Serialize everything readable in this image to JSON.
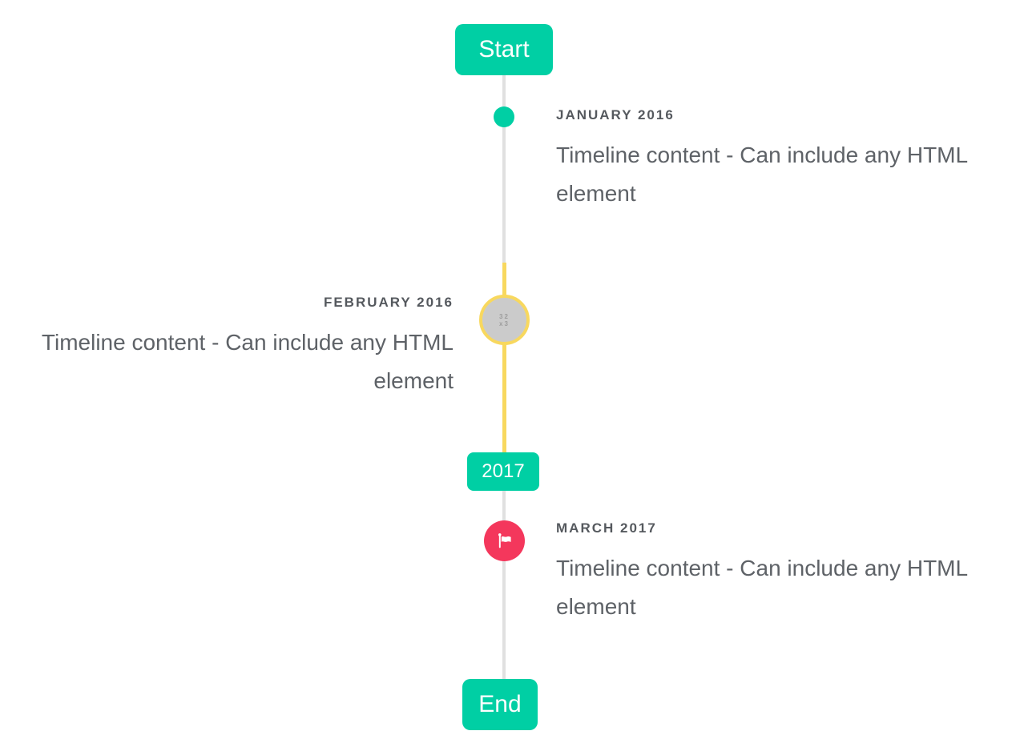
{
  "timeline": {
    "start_cap": "Start",
    "end_cap": "End",
    "year_badge": "2017",
    "items": [
      {
        "title": "JANUARY 2016",
        "content": "Timeline content - Can include any HTML element",
        "side": "right",
        "marker": "dot-marker"
      },
      {
        "title": "FEBRUARY 2016",
        "content": "Timeline content - Can include any HTML element",
        "side": "left",
        "marker": "placeholder-image-marker",
        "placeholder_line1": "32",
        "placeholder_line2": "x3"
      },
      {
        "title": "MARCH 2017",
        "content": "Timeline content - Can include any HTML element",
        "side": "right",
        "marker": "flag-marker"
      }
    ],
    "colors": {
      "accent_teal": "#00cfa4",
      "highlight_yellow": "#f8d85e",
      "flag_red": "#f4375c",
      "line_gray": "#e0e0e0",
      "placeholder_gray": "#cbcbcb",
      "title_text": "#55595e",
      "content_text": "#5e6267"
    }
  }
}
